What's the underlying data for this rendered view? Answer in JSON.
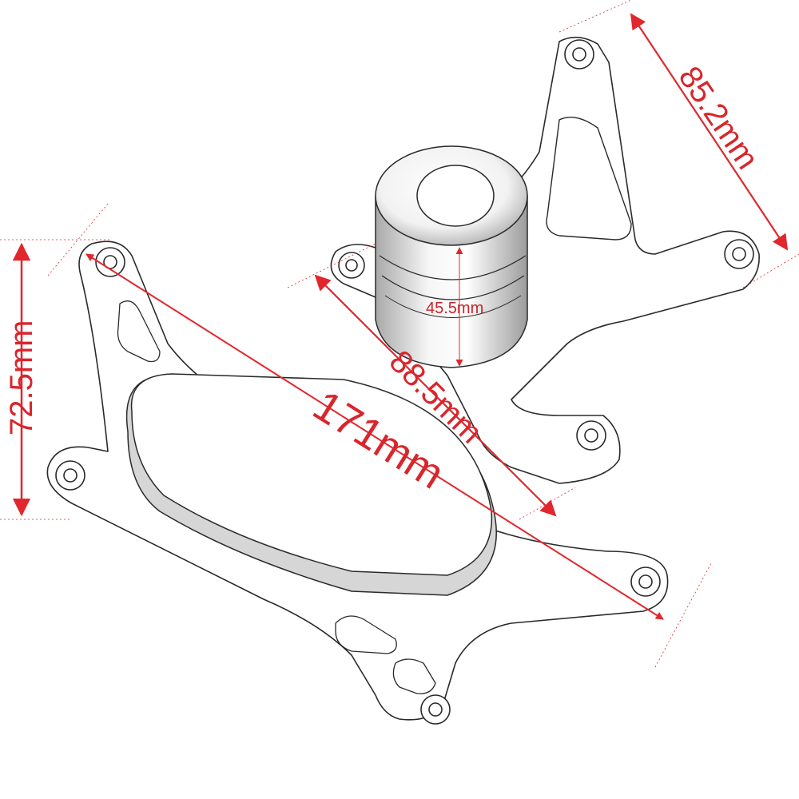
{
  "dimensions": {
    "left_height": "72.5mm",
    "overall_length": "171mm",
    "right_width": "88.5mm",
    "top_edge": "85.2mm",
    "slider_height": "45.5mm"
  },
  "colors": {
    "dimension": "#e2262d",
    "guide": "#e2262d",
    "outline": "#2a2a2a",
    "metal_dark": "#8a8a8a",
    "metal_light": "#e8e8e8"
  }
}
